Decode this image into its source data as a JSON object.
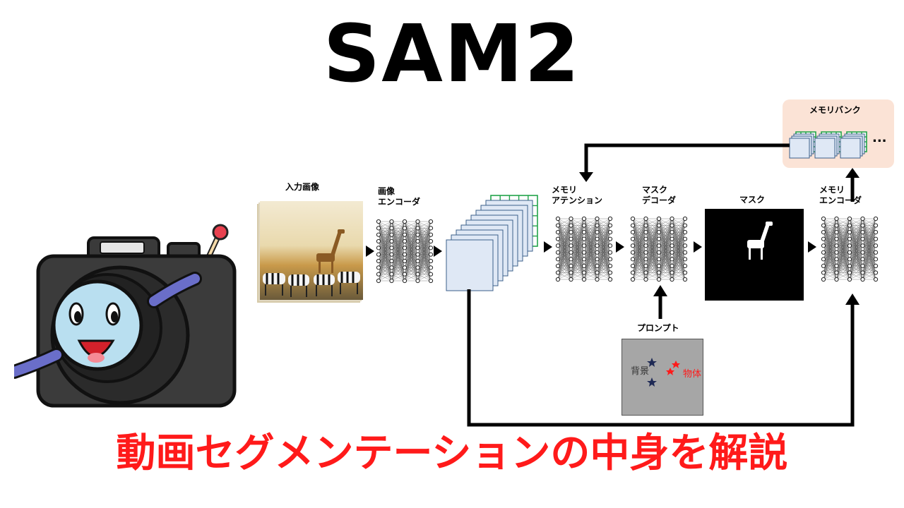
{
  "header": {
    "title": "SAM2"
  },
  "footer": {
    "subtitle": "動画セグメンテーションの中身を解説"
  },
  "diagram": {
    "input_image_label": "入力画像",
    "image_encoder_label": [
      "画像",
      "エンコーダ"
    ],
    "memory_attention_label": [
      "メモリ",
      "アテンション"
    ],
    "mask_decoder_label": [
      "マスク",
      "デコーダ"
    ],
    "mask_label": "マスク",
    "memory_encoder_label": [
      "メモリ",
      "エンコーダ"
    ],
    "memory_bank_label": "メモリバンク",
    "memory_bank_ellipsis": "...",
    "prompt_label": "プロンプト",
    "prompt_background_label": "背景",
    "prompt_object_label": "物体"
  },
  "colors": {
    "subtitle": "#ff1a1a",
    "feature_grid": "#22a34a",
    "feature_stack": "#dfe8f5",
    "memory_bank_bg": "#fbe3d6",
    "prompt_bg": "#a6a6a6",
    "star_background": "#1f2a55",
    "star_object": "#ff1a1a"
  },
  "icons": {
    "mascot": "camera-mascot-icon"
  }
}
